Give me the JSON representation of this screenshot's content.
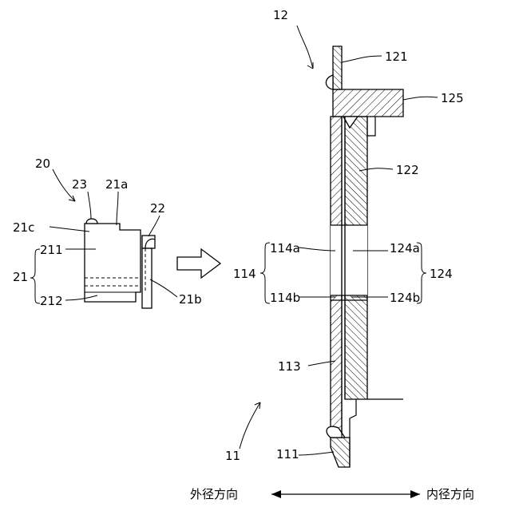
{
  "labels": {
    "l12": "12",
    "l121": "121",
    "l125": "125",
    "l122": "122",
    "l20": "20",
    "l23": "23",
    "l21a": "21a",
    "l22": "22",
    "l21c": "21c",
    "l211": "211",
    "l21": "21",
    "l212": "212",
    "l21b": "21b",
    "l114": "114",
    "l114a": "114a",
    "l114b": "114b",
    "l124a": "124a",
    "l124b": "124b",
    "l124": "124",
    "l113": "113",
    "l11": "11",
    "l111": "111"
  },
  "direction": {
    "outer": "外径方向",
    "inner": "内径方向"
  }
}
